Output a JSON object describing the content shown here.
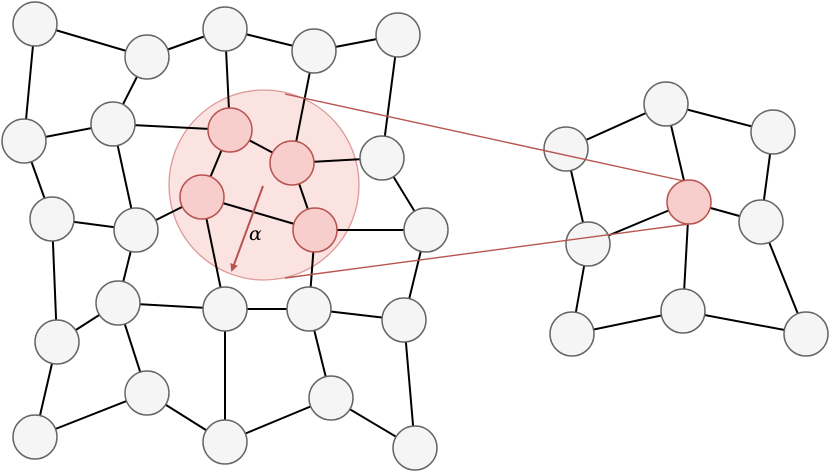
{
  "diagram": {
    "alpha_label": "α",
    "colors": {
      "node_fill": "#f5f5f5",
      "node_stroke": "#666666",
      "highlight_fill": "#f8cecc",
      "highlight_stroke": "#b85450",
      "region_fill": "#fbe3e2",
      "region_stroke": "#dc9a98",
      "connector": "#b85450",
      "edge": "#000000"
    },
    "left_graph": {
      "nodes": [
        "A1",
        "A2",
        "A3",
        "A4",
        "A5",
        "B1",
        "B2",
        "R1",
        "R2",
        "B5",
        "C1",
        "C2",
        "R3",
        "R4",
        "C5",
        "D1",
        "D2",
        "D3",
        "D4",
        "E1",
        "E2",
        "E3",
        "F1",
        "F2",
        "F3"
      ],
      "highlighted": [
        "R1",
        "R2",
        "R3",
        "R4"
      ],
      "edges": [
        [
          "A1",
          "A2"
        ],
        [
          "A2",
          "A3"
        ],
        [
          "A3",
          "A4"
        ],
        [
          "A4",
          "A5"
        ],
        [
          "A1",
          "B1"
        ],
        [
          "A2",
          "B2"
        ],
        [
          "A3",
          "R1"
        ],
        [
          "A4",
          "R2"
        ],
        [
          "A5",
          "B5"
        ],
        [
          "B1",
          "B2"
        ],
        [
          "B2",
          "R1"
        ],
        [
          "R1",
          "R2"
        ],
        [
          "R2",
          "B5"
        ],
        [
          "B1",
          "C1"
        ],
        [
          "B2",
          "C2"
        ],
        [
          "R1",
          "R3"
        ],
        [
          "R2",
          "R4"
        ],
        [
          "B5",
          "C5"
        ],
        [
          "C1",
          "C2"
        ],
        [
          "C2",
          "R3"
        ],
        [
          "R3",
          "R4"
        ],
        [
          "R4",
          "C5"
        ],
        [
          "C2",
          "D1"
        ],
        [
          "R3",
          "D2"
        ],
        [
          "R4",
          "D3"
        ],
        [
          "C5",
          "D4"
        ],
        [
          "D1",
          "D2"
        ],
        [
          "D2",
          "D3"
        ],
        [
          "D3",
          "D4"
        ],
        [
          "C1",
          "E1"
        ],
        [
          "D1",
          "E1"
        ],
        [
          "D1",
          "E2"
        ],
        [
          "D2",
          "F2"
        ],
        [
          "D3",
          "E3"
        ],
        [
          "D4",
          "F3"
        ],
        [
          "E1",
          "F1"
        ],
        [
          "F1",
          "E2"
        ],
        [
          "E2",
          "F2"
        ],
        [
          "F2",
          "E3"
        ],
        [
          "E3",
          "F3"
        ]
      ]
    },
    "right_graph": {
      "nodes": [
        "G1",
        "G2",
        "G3",
        "RR",
        "G4",
        "G5",
        "G6",
        "G7",
        "G8"
      ],
      "highlighted": [
        "RR"
      ],
      "edges": [
        [
          "G1",
          "G2"
        ],
        [
          "G2",
          "G3"
        ],
        [
          "G1",
          "G5"
        ],
        [
          "G2",
          "RR"
        ],
        [
          "G3",
          "G4"
        ],
        [
          "RR",
          "G4"
        ],
        [
          "RR",
          "G5"
        ],
        [
          "RR",
          "G7"
        ],
        [
          "G5",
          "G6"
        ],
        [
          "G4",
          "G8"
        ],
        [
          "G6",
          "G7"
        ],
        [
          "G7",
          "G8"
        ]
      ]
    }
  }
}
